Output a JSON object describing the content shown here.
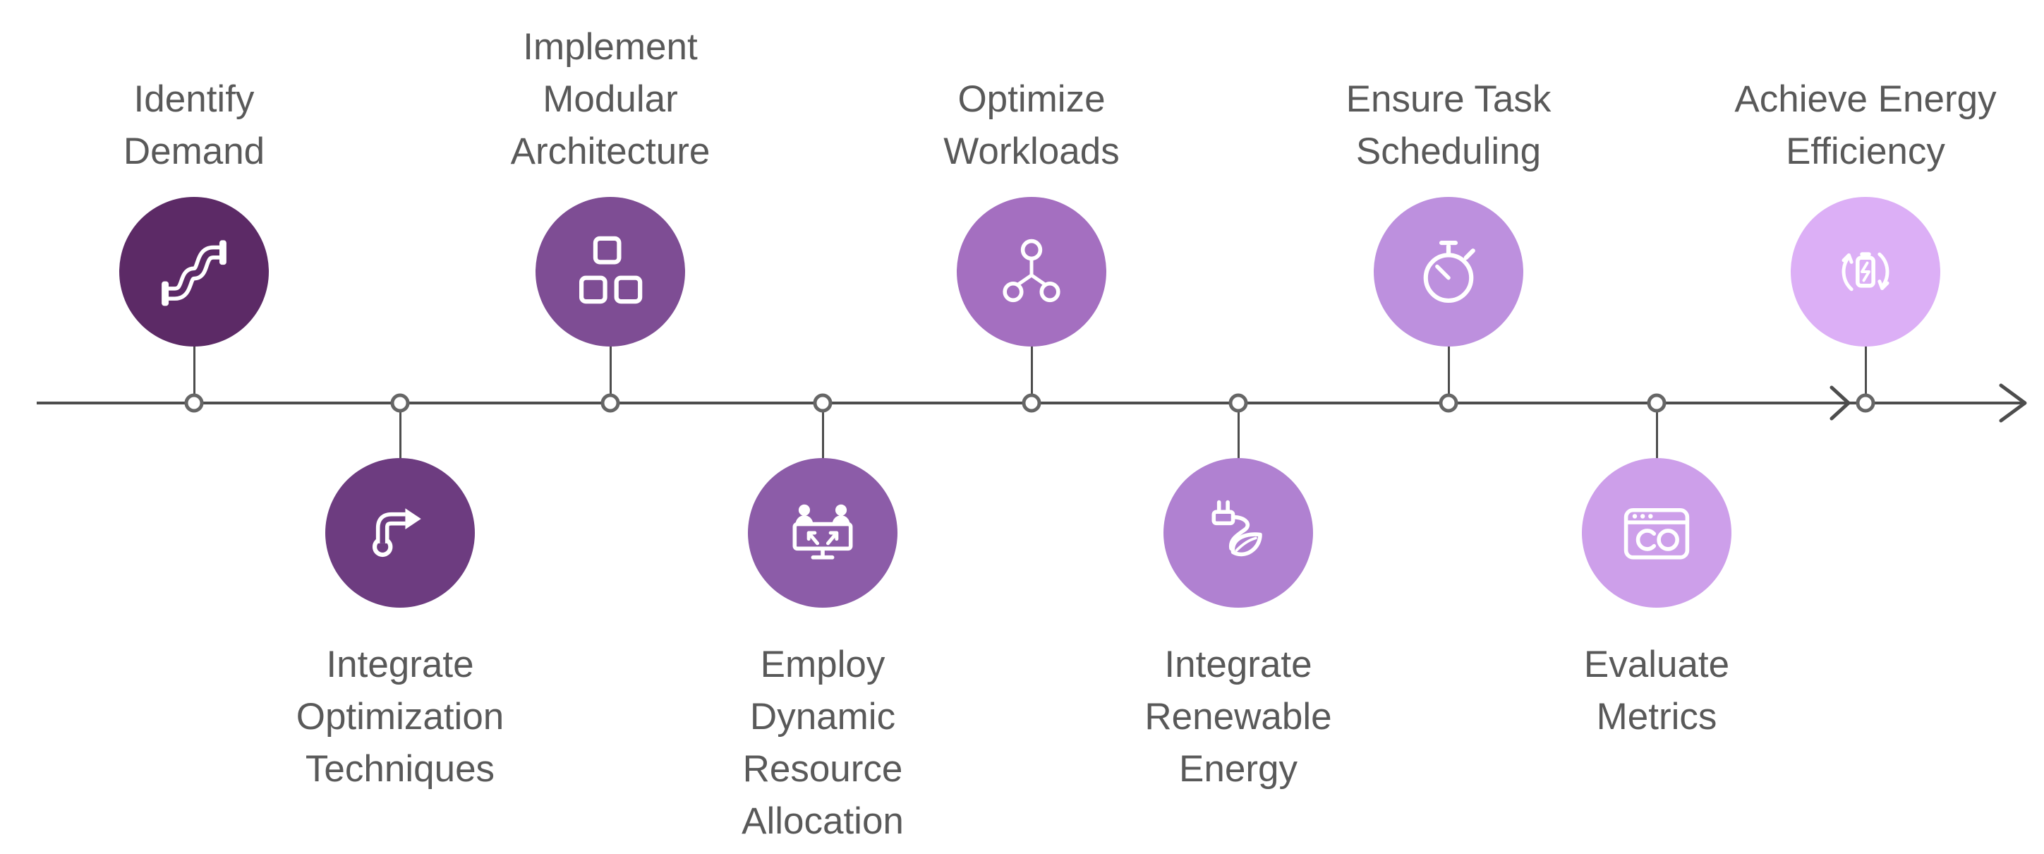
{
  "diagram": {
    "type": "process-timeline",
    "direction": "left-to-right",
    "line_color": "#4d4d4d",
    "label_color": "#595959",
    "steps": [
      {
        "label": [
          "Identify",
          "Demand"
        ],
        "icon": "pipe-icon",
        "color": "#5C2A66",
        "side": "above"
      },
      {
        "label": [
          "Integrate",
          "Optimization",
          "Techniques"
        ],
        "icon": "bent-arrow-icon",
        "color": "#6D3C80",
        "side": "below"
      },
      {
        "label": [
          "Implement",
          "Modular",
          "Architecture"
        ],
        "icon": "modules-icon",
        "color": "#7E4D94",
        "side": "above"
      },
      {
        "label": [
          "Employ",
          "Dynamic",
          "Resource",
          "Allocation"
        ],
        "icon": "resource-share-icon",
        "color": "#8C5CA8",
        "side": "below"
      },
      {
        "label": [
          "Optimize",
          "Workloads"
        ],
        "icon": "network-nodes-icon",
        "color": "#A46FC0",
        "side": "above"
      },
      {
        "label": [
          "Integrate",
          "Renewable",
          "Energy"
        ],
        "icon": "plug-leaf-icon",
        "color": "#B081D1",
        "side": "below"
      },
      {
        "label": [
          "Ensure Task",
          "Scheduling"
        ],
        "icon": "stopwatch-icon",
        "color": "#BD90DE",
        "side": "above"
      },
      {
        "label": [
          "Evaluate",
          "Metrics"
        ],
        "icon": "metrics-window-icon",
        "color": "#CD9FEA",
        "side": "below"
      },
      {
        "label": [
          "Achieve Energy",
          "Efficiency"
        ],
        "icon": "battery-recycle-icon",
        "color": "#DCAFF6",
        "side": "above"
      }
    ]
  }
}
